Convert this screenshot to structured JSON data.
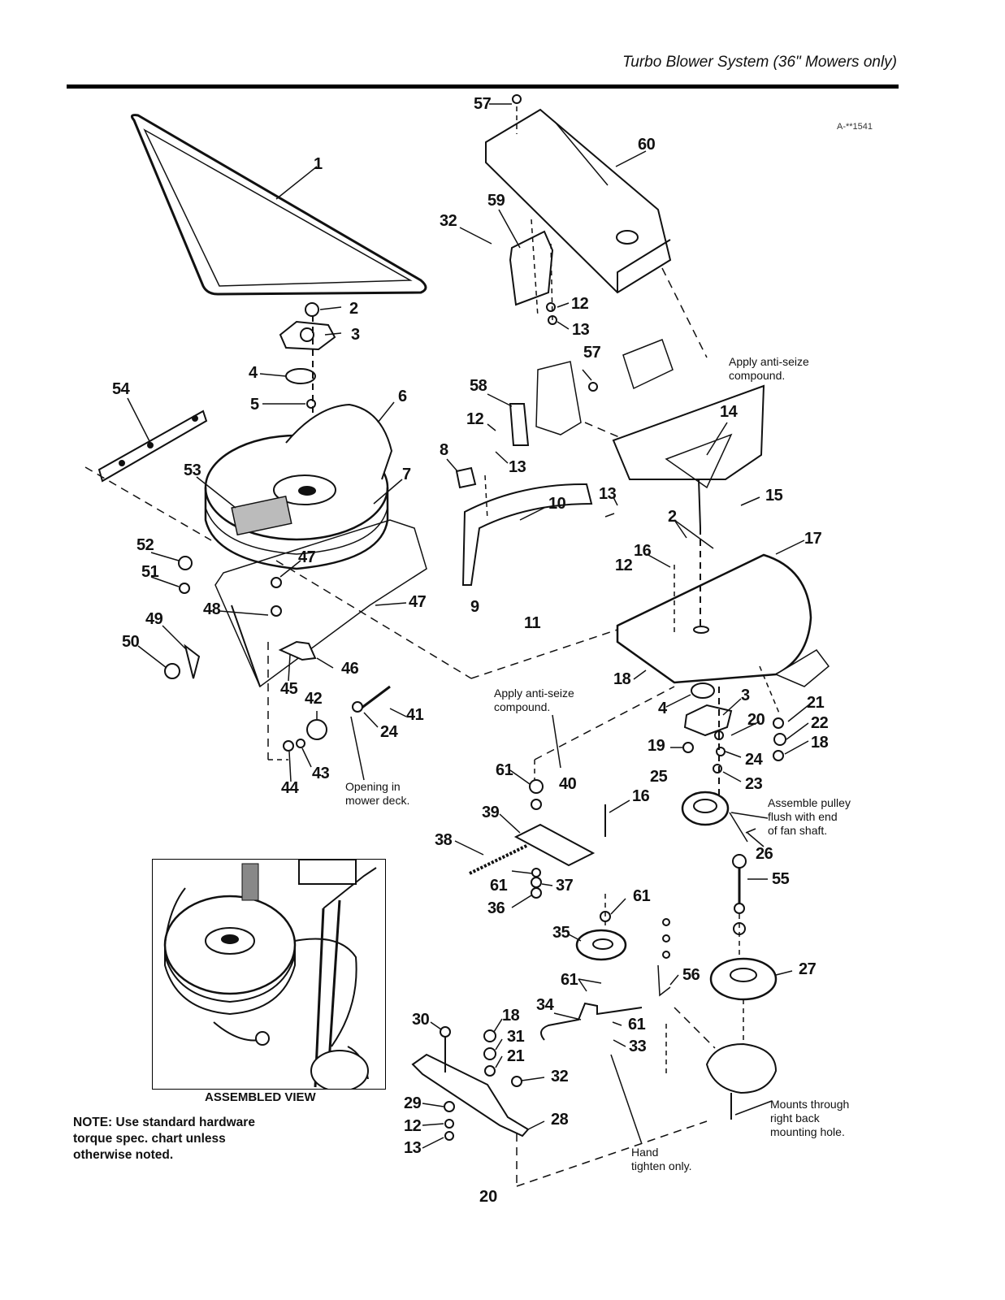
{
  "header": {
    "title": "Turbo Blower System (36\" Mowers only)"
  },
  "drawing_id": "A-**1541",
  "page_number": "20",
  "assembled_view_caption": "ASSEMBLED VIEW",
  "note": {
    "lines": [
      "NOTE: Use standard hardware",
      "torque spec. chart unless",
      "otherwise noted."
    ]
  },
  "annotations": {
    "anti_seize_top": [
      "Apply anti-seize",
      "compound."
    ],
    "anti_seize_mid": [
      "Apply anti-seize",
      "compound."
    ],
    "opening": [
      "Opening in",
      "mower deck."
    ],
    "assemble_pulley": [
      "Assemble pulley",
      "flush with end",
      "of fan shaft."
    ],
    "mounts_through": [
      "Mounts through",
      "right back",
      "mounting hole."
    ],
    "hand_tighten": [
      "Hand",
      "tighten only."
    ]
  },
  "callouts": {
    "c57a": "57",
    "c60": "60",
    "c1": "1",
    "c59": "59",
    "c32a": "32",
    "c12a": "12",
    "c13a": "13",
    "c2a": "2",
    "c3a": "3",
    "c4a": "4",
    "c57b": "57",
    "c5": "5",
    "c6": "6",
    "c54": "54",
    "c58": "58",
    "c12b": "12",
    "c13b": "13",
    "c14": "14",
    "c8": "8",
    "c53": "53",
    "c7": "7",
    "c10": "10",
    "c13c": "13",
    "c15": "15",
    "c52": "52",
    "c47a": "47",
    "c2b": "2",
    "c17": "17",
    "c51": "51",
    "c16a": "16",
    "c12c": "12",
    "c48": "48",
    "c47b": "47",
    "c9": "9",
    "c11": "11",
    "c49": "49",
    "c50": "50",
    "c45": "45",
    "c46": "46",
    "c18a": "18",
    "c42": "42",
    "c3b": "3",
    "c41": "41",
    "c21a": "21",
    "c4b": "4",
    "c20": "20",
    "c22": "22",
    "c24a": "24",
    "c19": "19",
    "c24b": "24",
    "c18b": "18",
    "c44": "44",
    "c43": "43",
    "c61a": "61",
    "c40": "40",
    "c23": "23",
    "c25": "25",
    "c16b": "16",
    "c39": "39",
    "c26": "26",
    "c38": "38",
    "c55": "55",
    "c61b": "61",
    "c37": "37",
    "c36": "36",
    "c61c": "61",
    "c35": "35",
    "c27": "27",
    "c61d": "61",
    "c56": "56",
    "c34": "34",
    "c61e": "61",
    "c30": "30",
    "c18c": "18",
    "c31": "31",
    "c33": "33",
    "c21b": "21",
    "c32b": "32",
    "c29": "29",
    "c28": "28",
    "c12d": "12",
    "c13d": "13"
  }
}
